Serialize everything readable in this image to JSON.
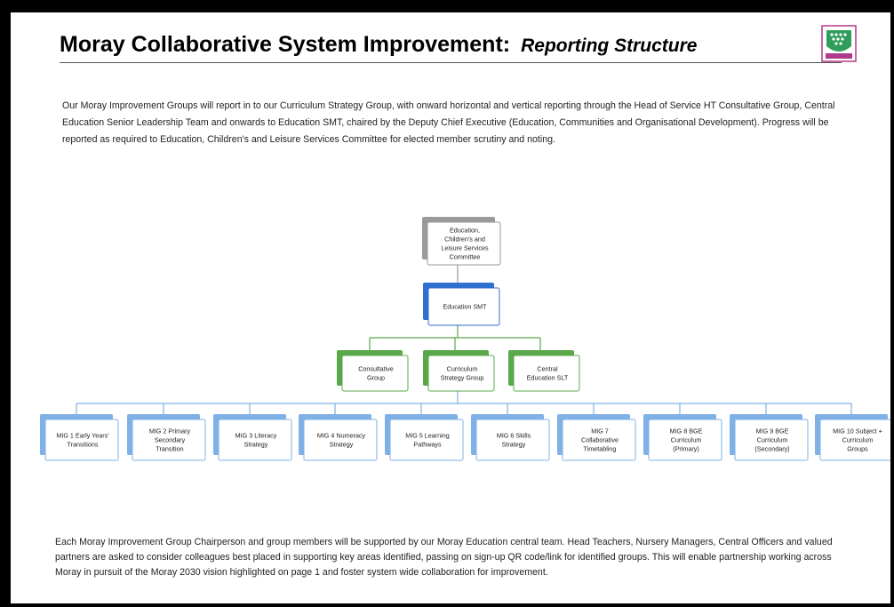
{
  "title": {
    "main": "Moray Collaborative System Improvement:",
    "sub": "Reporting Structure"
  },
  "logo": {
    "icon": "school-crest-logo",
    "color": "#2f9e5b",
    "accent": "#b03a8c"
  },
  "intro_text": "Our Moray Improvement Groups will report in to our Curriculum Strategy Group, with onward horizontal and vertical reporting through the Head of Service HT Consultative Group, Central Education Senior Leadership Team and onwards to Education SMT, chaired by the Deputy Chief Executive (Education, Communities and Organisational Development). Progress will be reported as required to Education, Children's and Leisure Services Committee for elected member scrutiny and noting.",
  "colors": {
    "grey": "#9a9a9a",
    "blue": "#2f6fcf",
    "green": "#5aa84a",
    "light_blue": "#7fb0e6"
  },
  "org_chart": {
    "committee": [
      "Education,",
      "Children's and",
      "Leisure Services",
      "Committee"
    ],
    "smt": [
      "Education SMT"
    ],
    "middle": [
      [
        "Consultative",
        "Group"
      ],
      [
        "Curriculum",
        "Strategy Group"
      ],
      [
        "Central",
        "Education SLT"
      ]
    ],
    "groups": [
      [
        "MIG 1 Early Years'",
        "Transitions"
      ],
      [
        "MIG 2 Primary",
        "Secondary",
        "Transition"
      ],
      [
        "MIG 3 Literacy",
        "Strategy"
      ],
      [
        "MIG 4 Numeracy",
        "Strategy"
      ],
      [
        "MIG 5 Learning",
        "Pathways"
      ],
      [
        "MIG 6 Skills",
        "Strategy"
      ],
      [
        "MIG 7",
        "Collaborative",
        "Timetabling"
      ],
      [
        "MIG 8 BGE",
        "Curriculum",
        "(Primary)"
      ],
      [
        "MIG 9 BGE",
        "Curriculum",
        "(Secondary)"
      ],
      [
        "MIG 10 Subject +",
        "Curriculum",
        "Groups"
      ]
    ]
  },
  "closing_text": "Each Moray Improvement Group Chairperson and group members will be supported by our Moray Education central team. Head Teachers, Nursery Managers, Central Officers and valued partners are asked to consider colleagues best placed in supporting key areas identified, passing on sign-up QR code/link for identified groups. This will enable partnership working across Moray in pursuit of the Moray 2030 vision highlighted on page 1 and foster system wide collaboration for improvement."
}
